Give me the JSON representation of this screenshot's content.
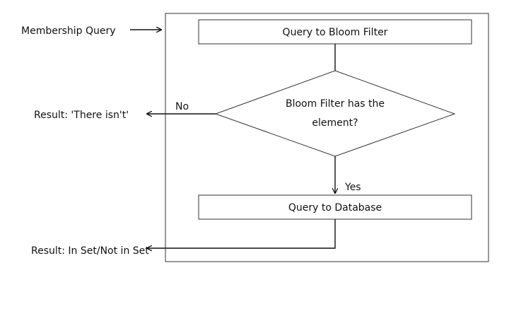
{
  "diagram": {
    "input_label": "Membership Query",
    "step_query_bloom": "Query to Bloom Filter",
    "decision": {
      "line1": "Bloom Filter has the",
      "line2": "element?"
    },
    "branch_no": "No",
    "branch_yes": "Yes",
    "step_query_db": "Query to Database",
    "result_absent": "Result: 'There isn't'",
    "result_final": "Result: In Set/Not in Set"
  }
}
